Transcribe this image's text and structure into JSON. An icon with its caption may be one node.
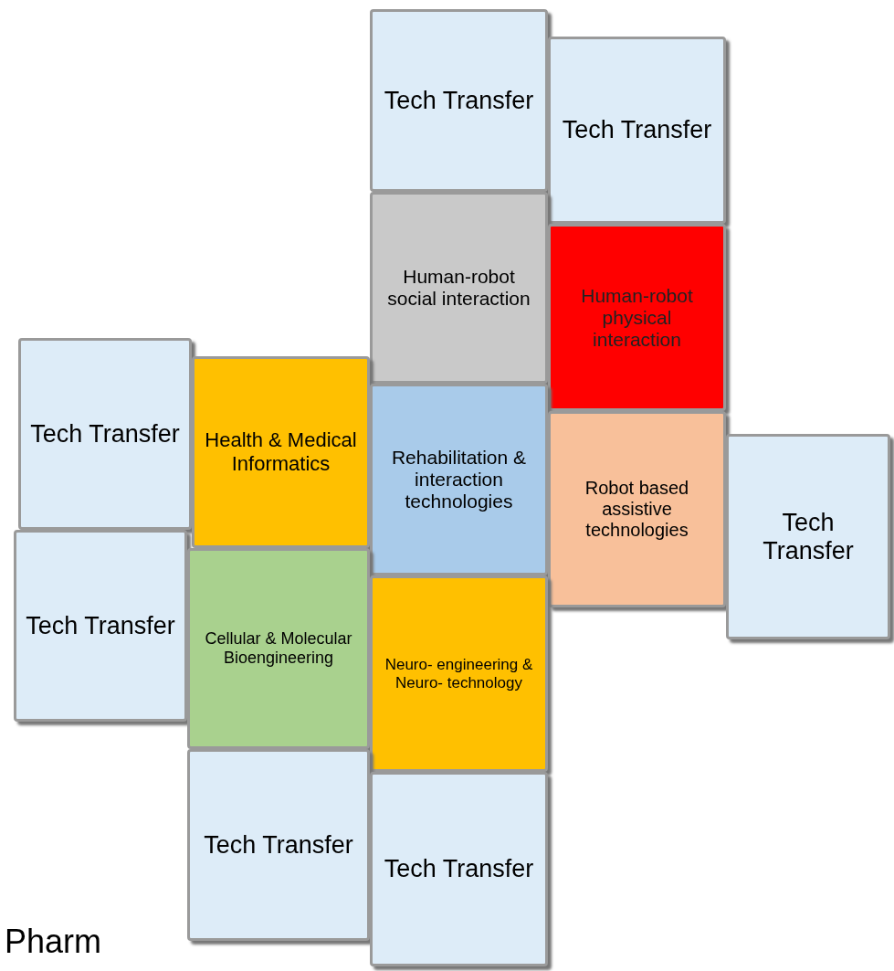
{
  "diagram": {
    "nodes": [
      {
        "text": [
          "Tech Transfer"
        ]
      },
      {
        "text": [
          "Tech Transfer"
        ]
      },
      {
        "text": [
          "Human-robot social interaction"
        ]
      },
      {
        "text": [
          "Human-robot physical interaction"
        ]
      },
      {
        "text": [
          "Tech Transfer"
        ]
      },
      {
        "text": [
          "Health & Medical Informatics"
        ]
      },
      {
        "text": [
          "Rehabilitation & interaction technologies"
        ]
      },
      {
        "text": [
          "Robot based assistive technologies"
        ]
      },
      {
        "text": [
          "Tech Transfer"
        ]
      },
      {
        "text": [
          "Tech Transfer"
        ]
      },
      {
        "text": [
          "Cellular & Molecular Bioengineering"
        ]
      },
      {
        "text": [
          "Neuro- engineering & Neuro- technology"
        ]
      },
      {
        "text": [
          "Tech Transfer"
        ]
      },
      {
        "text": [
          "Tech Transfer"
        ]
      }
    ],
    "labels": [
      "Pharm"
    ]
  }
}
